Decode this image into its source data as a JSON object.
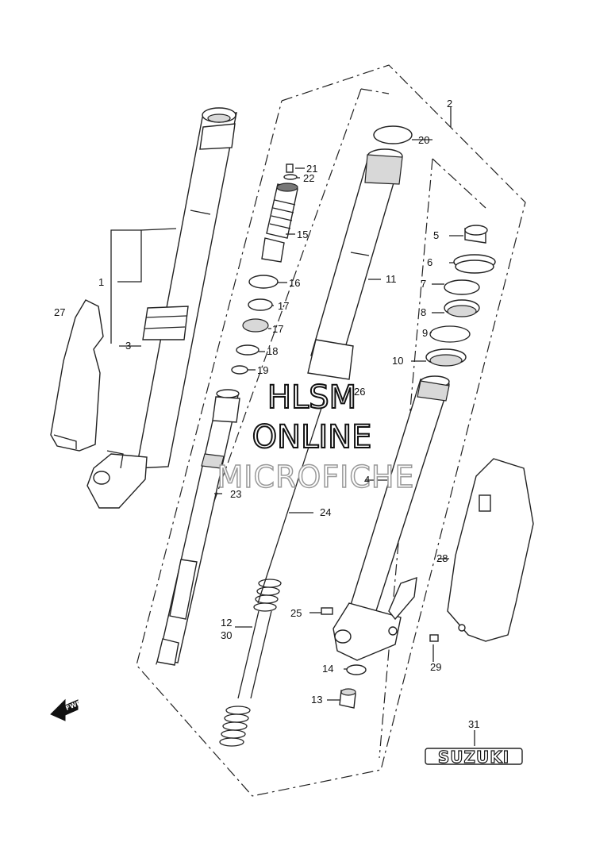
{
  "diagram": {
    "callouts": [
      "1",
      "2",
      "3",
      "4",
      "5",
      "6",
      "7",
      "8",
      "9",
      "10",
      "11",
      "12",
      "30",
      "13",
      "14",
      "15",
      "16",
      "17",
      "17",
      "18",
      "19",
      "20",
      "21",
      "22",
      "23",
      "24",
      "25",
      "26",
      "27",
      "28",
      "29",
      "31"
    ],
    "watermark": {
      "line1": "HLSM",
      "line2": "ONLINE",
      "line3": "MICROFICHE"
    },
    "brand_plate": "SUZUKI",
    "direction_arrow": "FWD"
  }
}
